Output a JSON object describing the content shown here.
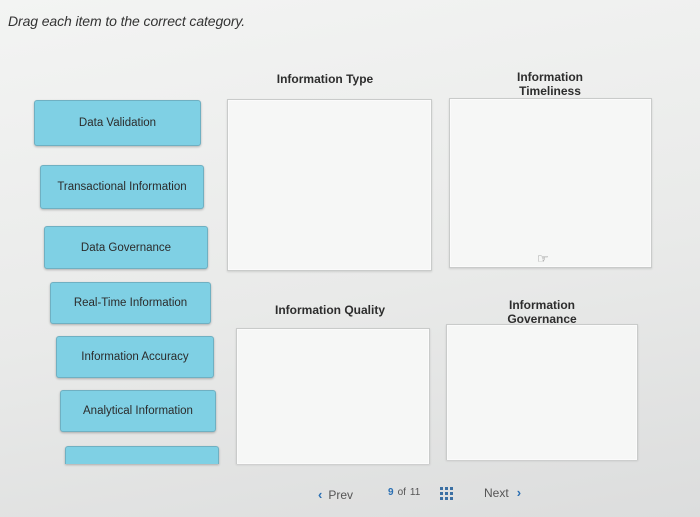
{
  "instruction": "Drag each item to the correct category.",
  "categories": [
    {
      "line1": "Information Type",
      "line2": ""
    },
    {
      "line1": "Information",
      "line2": "Timeliness"
    },
    {
      "line1": "Information Quality",
      "line2": ""
    },
    {
      "line1": "Information",
      "line2": "Governance"
    }
  ],
  "items": [
    "Data Validation",
    "Transactional Information",
    "Data Governance",
    "Real-Time Information",
    "Information Accuracy",
    "Analytical Information"
  ],
  "nav": {
    "prev_label": "Prev",
    "page_current": "9",
    "page_of": "of",
    "page_total": "11",
    "next_label": "Next"
  },
  "icons": {
    "prev": "chevron-left-icon",
    "next": "chevron-right-icon",
    "grid": "grid-icon",
    "cursor": "hand-cursor-icon"
  },
  "colors": {
    "item_fill": "#7fd0e4",
    "nav_accent": "#2a6fb3"
  }
}
